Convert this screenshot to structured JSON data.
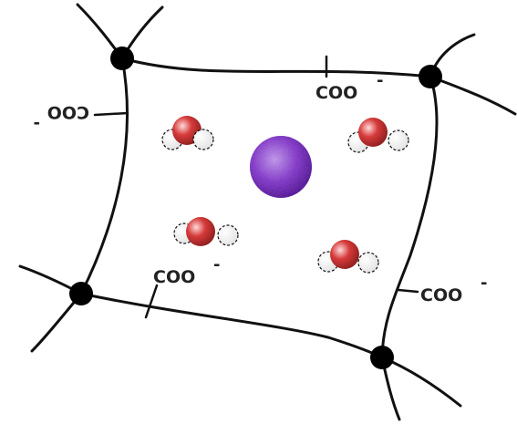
{
  "groups": [
    {
      "formula": "COO",
      "charge": "-"
    },
    {
      "formula": "COO",
      "charge": "-"
    },
    {
      "formula": "COO",
      "charge": "-"
    },
    {
      "formula": "COO",
      "charge": "-"
    }
  ],
  "colors": {
    "chain": "#111111",
    "crosslink": "#000000",
    "oxygen": "#d63a3a",
    "oxygen_highlight": "#ffd9d9",
    "hydrogen": "#ffffff",
    "ion": "#8a3fd1",
    "ion_dark": "#5a1d9e",
    "ion_light": "#c79cf2"
  }
}
